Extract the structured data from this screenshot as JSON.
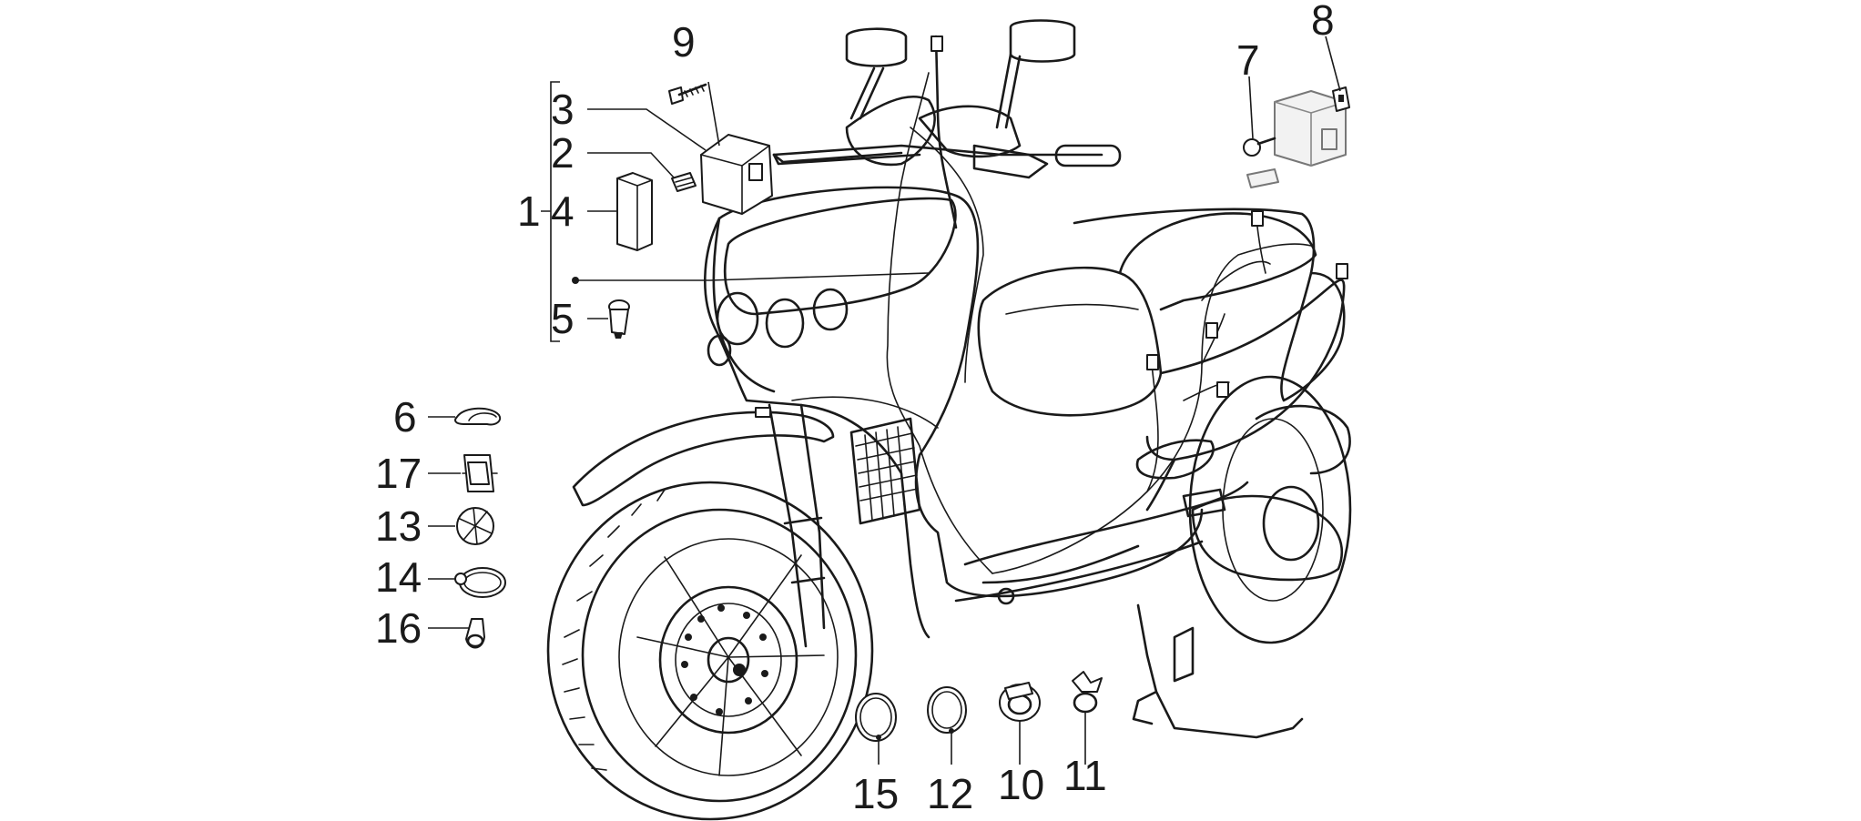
{
  "diagram": {
    "subject": "scooter-wiring-harness-exploded-view",
    "callouts": [
      {
        "id": "1",
        "label": "1"
      },
      {
        "id": "2",
        "label": "2"
      },
      {
        "id": "3",
        "label": "3"
      },
      {
        "id": "4",
        "label": "4"
      },
      {
        "id": "5",
        "label": "5"
      },
      {
        "id": "6",
        "label": "6"
      },
      {
        "id": "7",
        "label": "7"
      },
      {
        "id": "8",
        "label": "8"
      },
      {
        "id": "9",
        "label": "9"
      },
      {
        "id": "10",
        "label": "10"
      },
      {
        "id": "11",
        "label": "11"
      },
      {
        "id": "12",
        "label": "12"
      },
      {
        "id": "13",
        "label": "13"
      },
      {
        "id": "14",
        "label": "14"
      },
      {
        "id": "15",
        "label": "15"
      },
      {
        "id": "16",
        "label": "16"
      },
      {
        "id": "17",
        "label": "17"
      }
    ],
    "colors": {
      "line": "#1a1a1a",
      "background": "#ffffff",
      "ghost_part": "#777777"
    }
  }
}
